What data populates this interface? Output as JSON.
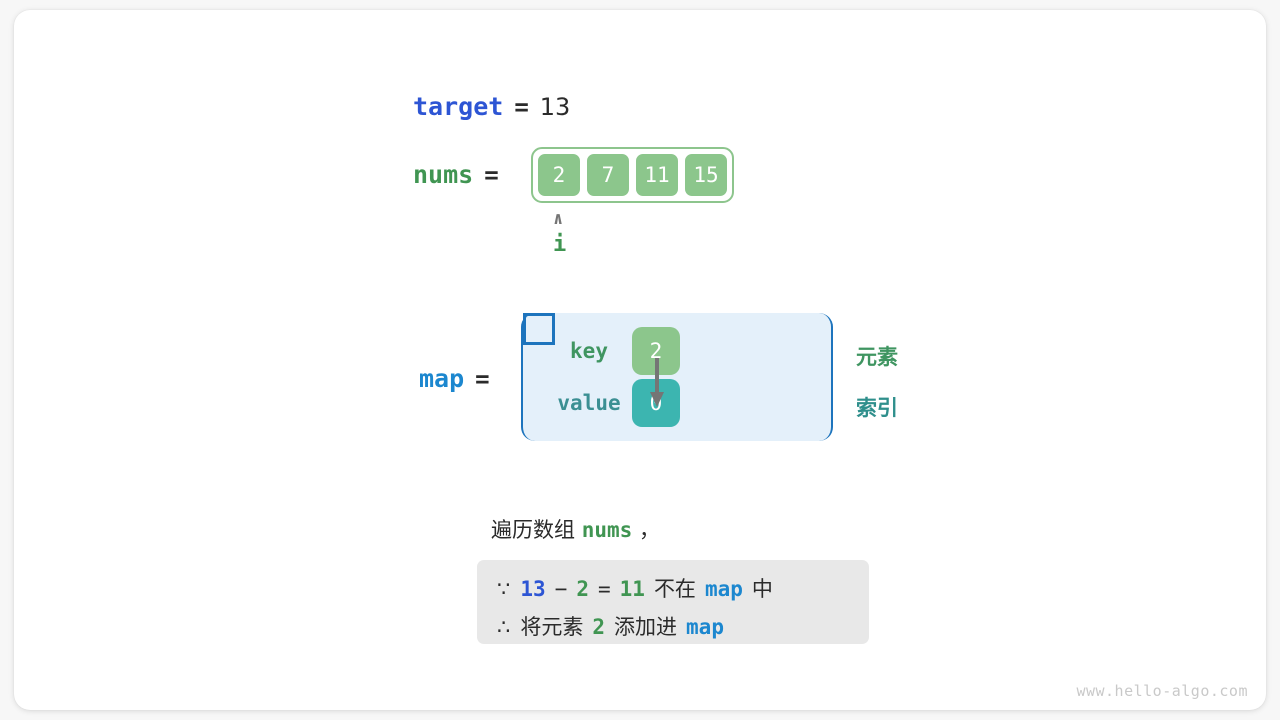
{
  "colors": {
    "green_fill": "#8cc68c",
    "green_text": "#409552",
    "teal_fill": "#3cb5b0",
    "teal_text": "#2f8f8c",
    "blue_strong": "#2d55d4",
    "blue_light": "#1c87cf",
    "map_box_fill": "#e4f0fa",
    "map_box_border": "#1d74bd",
    "note_box_fill": "#e8e8e8",
    "arrow_gray": "#757575",
    "text_dark": "#2b2b2b",
    "watermark": "#c9c9c9"
  },
  "target": {
    "name": "target",
    "equals": "=",
    "value": "13"
  },
  "nums": {
    "name": "nums",
    "equals": "=",
    "cells": [
      "2",
      "7",
      "11",
      "15"
    ],
    "pointer": {
      "caret": "∧",
      "label": "i",
      "index": 0
    }
  },
  "map": {
    "name": "map",
    "equals": "=",
    "key_label": "key",
    "value_label": "value",
    "entries": [
      {
        "key": "2",
        "value": "0"
      }
    ],
    "side_notes": {
      "element": "元素",
      "index": "索引"
    }
  },
  "caption": {
    "prefix": "遍历数组 ",
    "var": "nums",
    "suffix": " ，"
  },
  "note": {
    "line1": {
      "marker": "∵",
      "a": "13",
      "minus": "−",
      "b": "2",
      "eq": "=",
      "c": "11",
      "text1": "不在",
      "var": "map",
      "text2": "中"
    },
    "line2": {
      "marker": "∴",
      "text1": "将元素",
      "a": "2",
      "text2": "添加进",
      "var": "map"
    }
  },
  "watermark": "www.hello-algo.com"
}
